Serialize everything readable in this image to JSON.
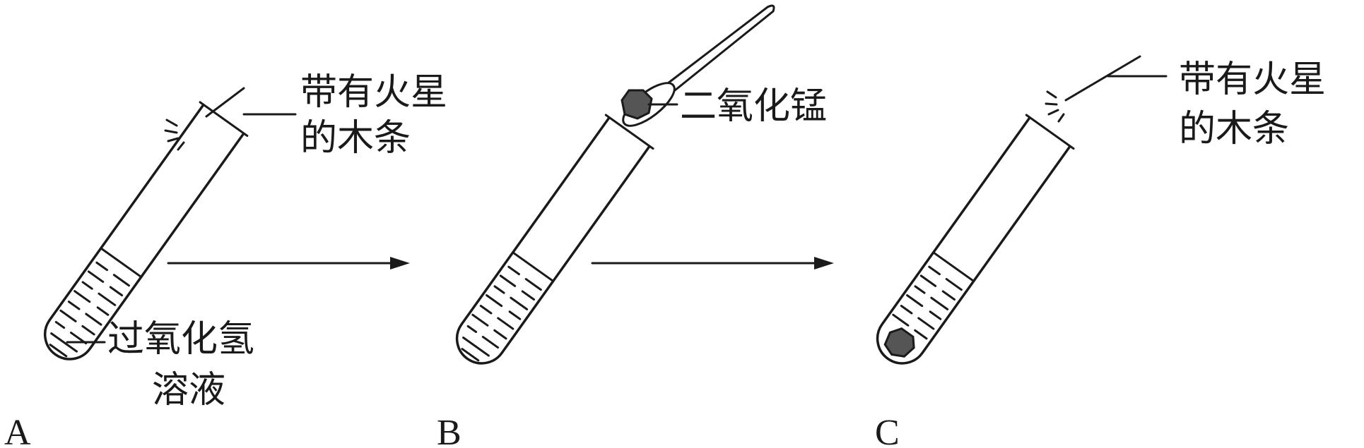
{
  "panels": [
    {
      "id": "A",
      "caption": "A",
      "upper_label": [
        "带有火星",
        "的木条"
      ],
      "lower_label": [
        "过氧化氢",
        "溶液"
      ]
    },
    {
      "id": "B",
      "caption": "B",
      "upper_label": [
        "二氧化锰"
      ]
    },
    {
      "id": "C",
      "caption": "C",
      "upper_label": [
        "带有火星",
        "的木条"
      ]
    }
  ],
  "colors": {
    "ink": "#1a1a1a",
    "solid": "#555555",
    "background": "#ffffff"
  }
}
